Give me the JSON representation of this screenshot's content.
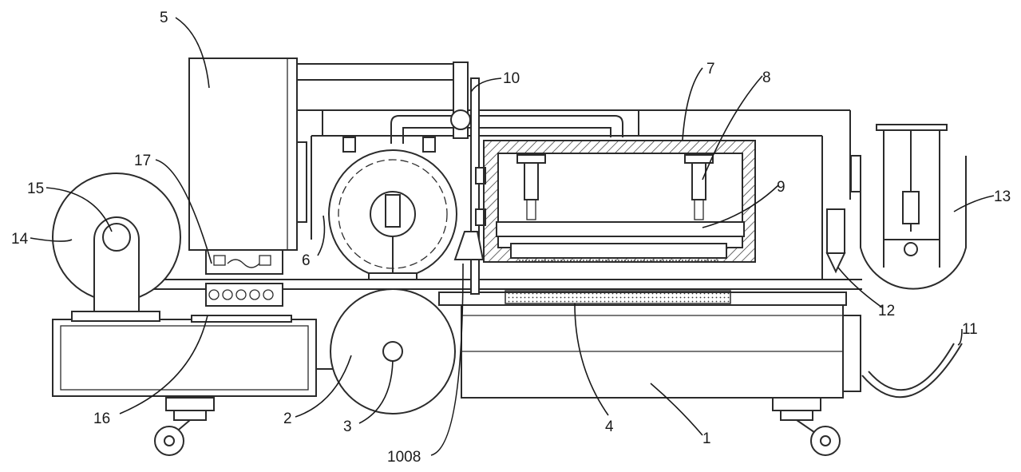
{
  "labels": {
    "l1": "1",
    "l2": "2",
    "l3": "3",
    "l4": "4",
    "l5": "5",
    "l6": "6",
    "l7": "7",
    "l8": "8",
    "l9": "9",
    "l10": "10",
    "l11": "11",
    "l12": "12",
    "l13": "13",
    "l14": "14",
    "l15": "15",
    "l16": "16",
    "l17": "17",
    "l1008": "1008"
  }
}
